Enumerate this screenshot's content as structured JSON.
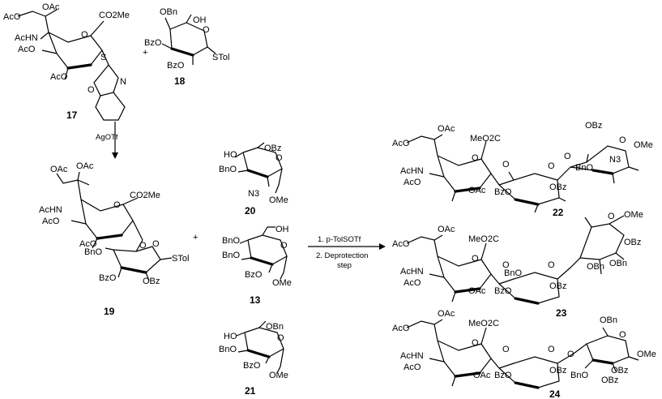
{
  "compounds": {
    "c17": {
      "number": "17",
      "labels": [
        "AcO",
        "OAc",
        "CO2Me",
        "AcHN",
        "AcO",
        "AcO",
        "S",
        "N",
        "O",
        "O"
      ]
    },
    "c18": {
      "number": "18",
      "labels": [
        "OBn",
        "OH",
        "BzO",
        "BzO",
        "STol",
        "O"
      ]
    },
    "c19": {
      "number": "19",
      "labels": [
        "OAc",
        "OAc",
        "AcHN",
        "AcO",
        "AcO",
        "CO2Me",
        "O",
        "O",
        "BnO",
        "BzO",
        "OBz",
        "STol",
        "O"
      ]
    },
    "c20": {
      "number": "20",
      "labels": [
        "HO",
        "OBz",
        "BnO",
        "N3",
        "OMe",
        "O"
      ]
    },
    "c13": {
      "number": "13",
      "labels": [
        "BnO",
        "OH",
        "BnO",
        "BzO",
        "OMe",
        "O"
      ]
    },
    "c21": {
      "number": "21",
      "labels": [
        "HO",
        "OBn",
        "BnO",
        "BzO",
        "OMe",
        "O"
      ]
    },
    "c22": {
      "number": "22",
      "labels": [
        "AcO",
        "OAc",
        "MeO2C",
        "OBz",
        "AcHN",
        "AcO",
        "OAc",
        "BzO",
        "OBz",
        "BnO",
        "N3",
        "OMe",
        "O",
        "O",
        "O",
        "O",
        "O"
      ]
    },
    "c23": {
      "number": "23",
      "labels": [
        "AcO",
        "OAc",
        "MeO2C",
        "OMe",
        "AcHN",
        "AcO",
        "OAc",
        "BzO",
        "OBz",
        "BnO",
        "OBz",
        "OBn",
        "OBn",
        "O",
        "O",
        "O",
        "O"
      ]
    },
    "c24": {
      "number": "24",
      "labels": [
        "AcO",
        "OAc",
        "MeO2C",
        "OBn",
        "AcHN",
        "AcO",
        "OAc",
        "BzO",
        "OBz",
        "BnO",
        "OBz",
        "OBz",
        "OMe",
        "O",
        "O",
        "O",
        "O",
        "O"
      ]
    }
  },
  "plus_signs": [
    "+",
    "+"
  ],
  "reactions": {
    "step1": {
      "reagent": "AgOTf"
    },
    "step2": {
      "line1": "1. p-TolSOTf",
      "line2": "2. Deprotection",
      "line3": "step"
    }
  }
}
